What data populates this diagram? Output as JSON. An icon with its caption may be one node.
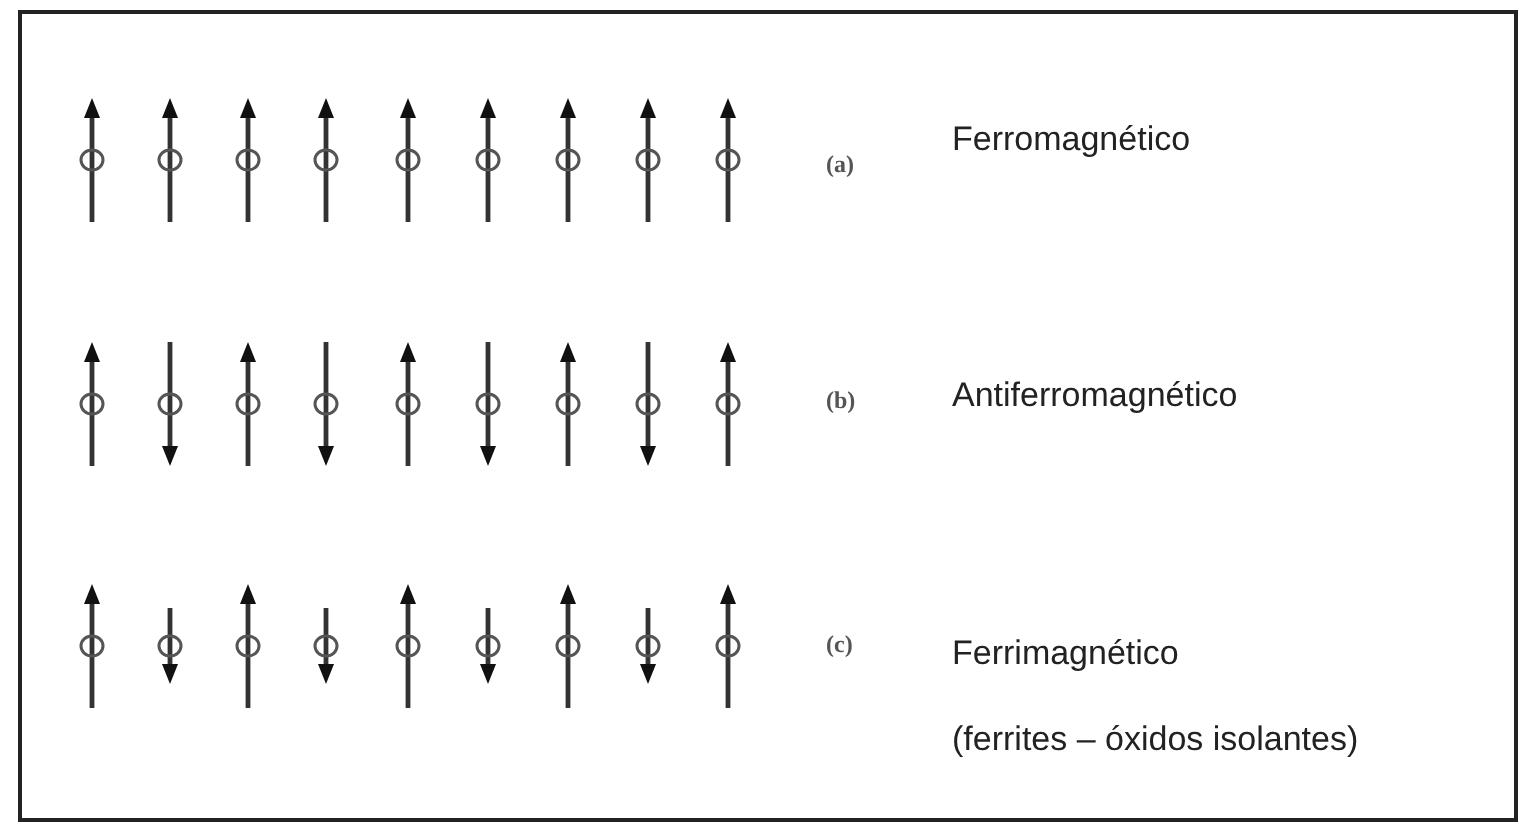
{
  "diagram": {
    "labels": [
      "(a)",
      "Ferromagnético",
      "(b)",
      "Antiferromagnético",
      "(c)",
      "Ferrimagnético",
      "(ferrites – óxidos isolantes)"
    ]
  }
}
